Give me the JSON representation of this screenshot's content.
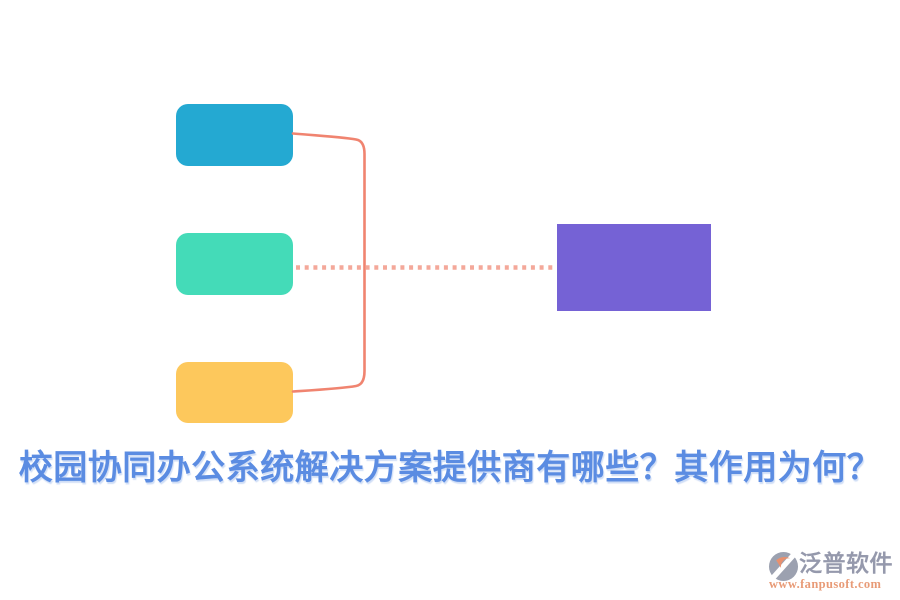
{
  "title": {
    "text": "校园协同办公系统解决方案提供商有哪些？其作用为何？",
    "color": "#5B8CE2"
  },
  "diagram": {
    "left_nodes": [
      {
        "id": "top",
        "color": "#24A9D2"
      },
      {
        "id": "middle",
        "color": "#44DBB8"
      },
      {
        "id": "bottom",
        "color": "#FDC85C"
      }
    ],
    "right_node": {
      "id": "result",
      "color": "#7562D5"
    },
    "bracket_color": "#F08470",
    "dotted_color": "#F4A89A"
  },
  "watermark": {
    "brand": "泛普软件",
    "url": "www.fanpusoft.com",
    "brand_color": "#9599AC",
    "url_color": "#E89B77",
    "mark_grey": "#9CA1B0",
    "mark_accent": "#E8906E"
  }
}
